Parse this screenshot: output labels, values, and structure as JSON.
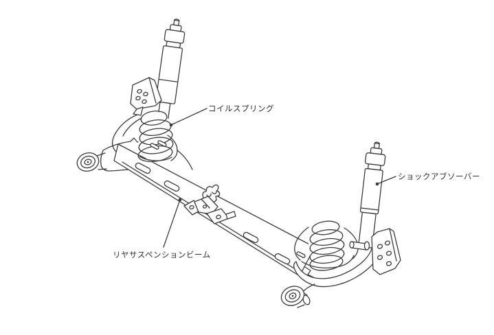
{
  "diagram": {
    "labels": {
      "coil_spring": "コイルスプリング",
      "shock_absorber": "ショックアブソーバー",
      "rear_suspension_beam": "リヤサスペンションビーム"
    },
    "colors": {
      "line": "#3a3a3a",
      "background": "#ffffff"
    }
  }
}
